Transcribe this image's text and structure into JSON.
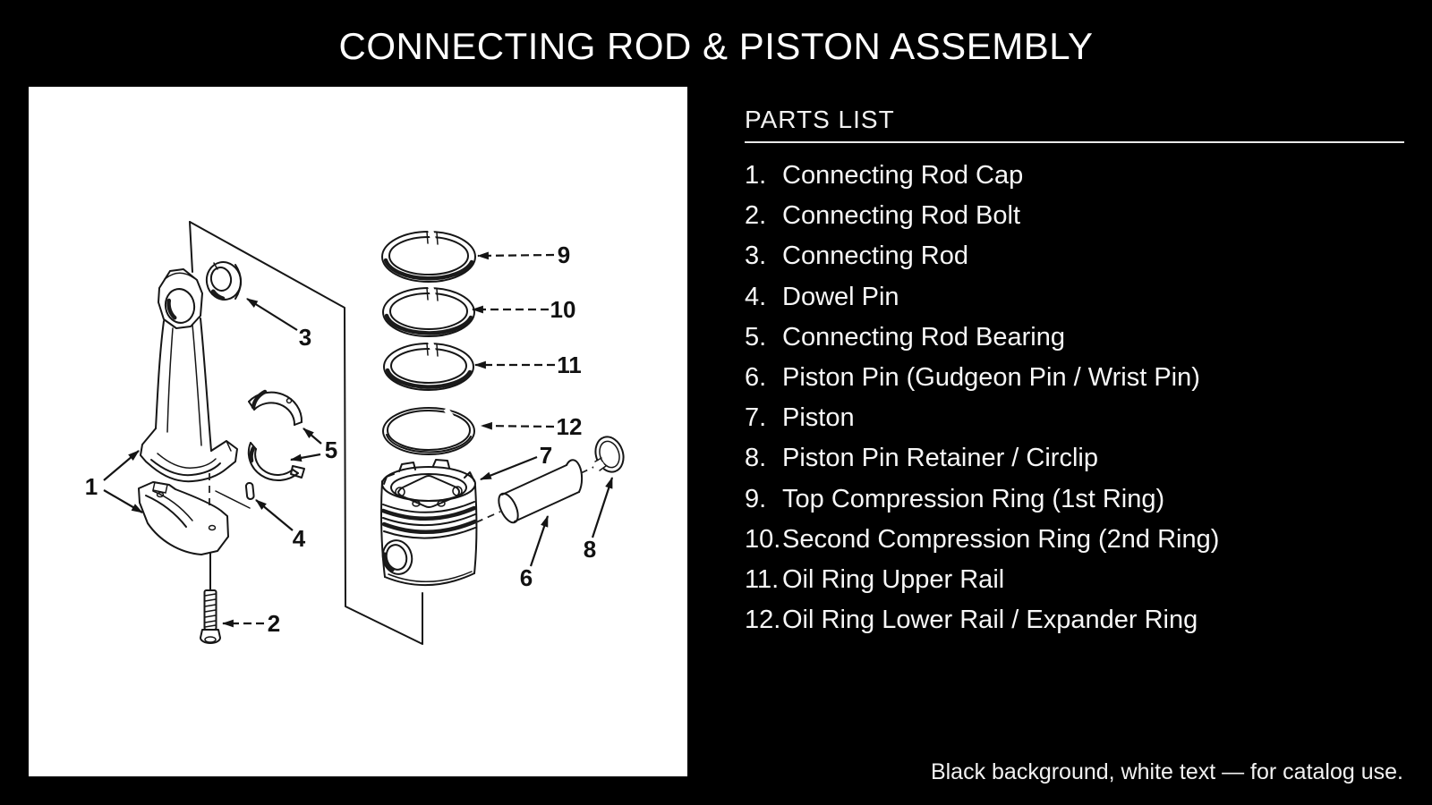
{
  "title": "CONNECTING ROD & PISTON ASSEMBLY",
  "colors": {
    "background": "#000000",
    "panel": "#ffffff",
    "text": "#ffffff",
    "line_art": "#161616"
  },
  "figure": {
    "description": "Exploded line drawing of a connecting rod and piston assembly on a white panel",
    "callouts": [
      {
        "num": "1"
      },
      {
        "num": "2"
      },
      {
        "num": "3"
      },
      {
        "num": "4"
      },
      {
        "num": "5"
      },
      {
        "num": "6"
      },
      {
        "num": "7"
      },
      {
        "num": "8"
      },
      {
        "num": "9"
      },
      {
        "num": "10"
      },
      {
        "num": "11"
      },
      {
        "num": "12"
      }
    ]
  },
  "parts_list": {
    "heading": "PARTS LIST",
    "items": [
      {
        "num": "1.",
        "label": "Connecting Rod Cap"
      },
      {
        "num": "2.",
        "label": "Connecting Rod Bolt"
      },
      {
        "num": "3.",
        "label": "Connecting Rod"
      },
      {
        "num": "4.",
        "label": "Dowel Pin"
      },
      {
        "num": "5.",
        "label": "Connecting Rod Bearing"
      },
      {
        "num": "6.",
        "label": "Piston Pin (Gudgeon Pin / Wrist Pin)"
      },
      {
        "num": "7.",
        "label": "Piston"
      },
      {
        "num": "8.",
        "label": "Piston Pin Retainer / Circlip"
      },
      {
        "num": "9.",
        "label": "Top Compression Ring (1st Ring)"
      },
      {
        "num": "10.",
        "label": "Second Compression Ring (2nd Ring)"
      },
      {
        "num": "11.",
        "label": "Oil Ring Upper Rail"
      },
      {
        "num": "12.",
        "label": "Oil Ring Lower Rail / Expander Ring"
      }
    ]
  },
  "footer": {
    "note": "Black background, white text — for catalog use."
  }
}
